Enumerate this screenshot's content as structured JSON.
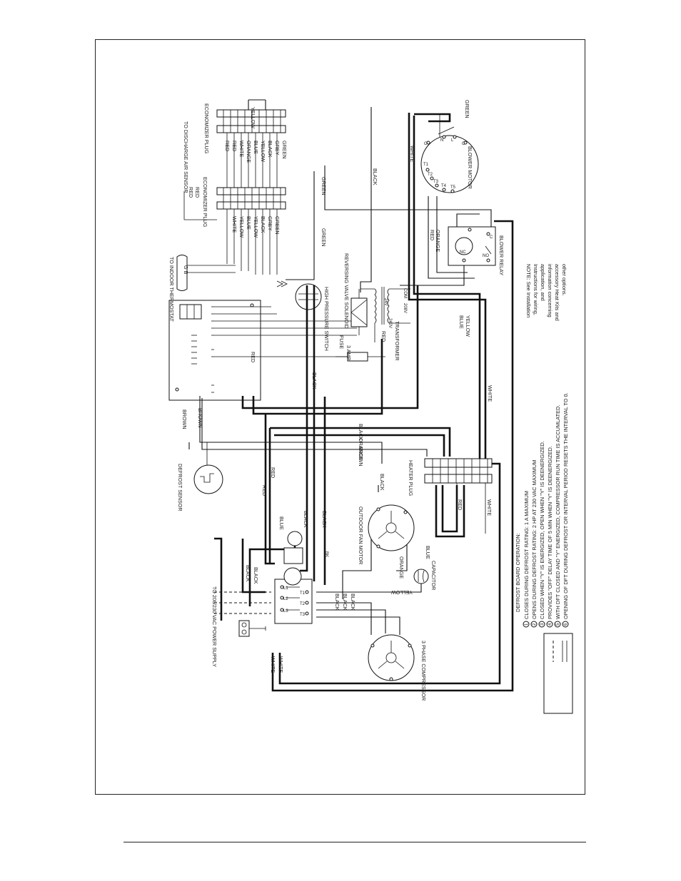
{
  "labels": {
    "yellow_top": "YELLOW",
    "economizer_plug_right": "ECONOMIZER PLUG",
    "to_discharge": "TO DISCHARGE AIR SENSOR",
    "right_plug_wires": [
      "RED",
      "RED",
      "WHITE",
      "ORANGE",
      "BLUE",
      "YELLOW",
      "BLACK",
      "GREY",
      "GREEN"
    ],
    "economizer_plug_left": "ECONOMIZER PLUG",
    "red_red_left": [
      "RED",
      "RED"
    ],
    "left_plug_wires": [
      "WHITE",
      "YELLOW",
      "BLUE",
      "YELLOW",
      "BLACK",
      "GREY",
      "GREEN"
    ],
    "green_a": "GREEN",
    "green_b": "GREEN",
    "green_blower": "GREEN",
    "black_rv": "BLACK",
    "white_blower": "WHITE",
    "blower_motor": "BLOWER MOTOR",
    "blower_relay": "BLOWER RELAY",
    "red_orange_blower": [
      "RED",
      "ORANGE"
    ],
    "red_orange_relay": [
      "RED",
      "ORANGE"
    ],
    "thermostat": "TO INDOOR THERMOSTAT",
    "thermostat_gb": "G  B",
    "reversing_valve": "REVERSING VALVE SOLENOID",
    "high_pressure": "HIGH PRESSURE SWITCH",
    "v24": "24V",
    "v208": "208V",
    "v240": "240V",
    "com": "COM",
    "transformer": "TRANSFORMER",
    "fuse": "FUSE",
    "amp3": "3 AMP",
    "red_fuse": "RED",
    "red_tr": "RED",
    "black_defrost": "BLACK",
    "blue_yellow": [
      "BLUE",
      "YELLOW"
    ],
    "white_mid": "WHITE",
    "brown_a": "BROWN",
    "brown_b": "BROWN",
    "black_long": "BLACK",
    "orange_long": "ORANGE",
    "brown_long": "BROWN",
    "defrost_sensor": "DEFROST SENSOR",
    "heater_plug": "HEATER PLUG",
    "red_heater": "RED",
    "white_heater": "WHITE",
    "red_v1": "RED",
    "red_v2": "RED",
    "blue_v": "BLUE",
    "black_v1": "BLACK",
    "black_v2": "BLACK",
    "black_fan": "BLACK",
    "outdoor_fan": "OUTDOOR FAN MOTOR",
    "black_ctr1": "BLACK",
    "black_ctr2": "BLACK",
    "bk": "BK",
    "power_supply": "TO 208/230 VAC POWER SUPPLY",
    "orange_cap": "ORANGE",
    "blue_cap": "BLUE",
    "yellow_cap": "YELLOW",
    "capacitor": "CAPACITOR",
    "black_comp": [
      "BLACK",
      "BLACK",
      "BLACK"
    ],
    "white_comp1": "WHITE",
    "white_comp2": "WHITE",
    "compressor": "3 PHASE COMPRESSOR",
    "terminals": [
      "L1",
      "L2",
      "L3",
      "T1",
      "T2",
      "T3"
    ],
    "motor_terms": [
      "G",
      "N",
      "L",
      "C",
      "T1",
      "T2",
      "T3",
      "T4",
      "T5"
    ],
    "relay_terms": [
      "NC",
      "NO",
      "C"
    ]
  },
  "note": {
    "lines": [
      "NOTE: See Installation",
      "Instructions for wiring,",
      "application, and",
      "information concerning",
      "accessory Heat Kits and",
      "other options."
    ]
  },
  "defrost": {
    "title": "DEFROST BOARD OPERATION:",
    "items": [
      {
        "n": "1",
        "text": "CLOSES DURING DEFROST RATING: 1 A MAXIMUM"
      },
      {
        "n": "2",
        "text": "OPENS DURING DEFROST RATING: 2 HP AT 230 VAC MAXIMUM"
      },
      {
        "n": "3",
        "text": "CLOSED WHEN \"Y\" IS ENERGIZED, OPEN WHEN \"Y\" IS DEENERGIZED."
      },
      {
        "n": "4",
        "text": "PROVIDES \"OFF\" DELAY TIME OF 5 MIN WHEN \"Y\" IS DEENERGIZED."
      },
      {
        "n": "5",
        "text": "WITH DFT CLOSED AND \"Y\" ENERGIZED, COMPRESSOR RUN TIME IS ACCUMLATED."
      },
      {
        "n": "6",
        "text": "OPENING OF DFT DURING DEFROST OR INTERVAL PERIOD RESETS THE INTERVAL TO 0."
      }
    ]
  }
}
